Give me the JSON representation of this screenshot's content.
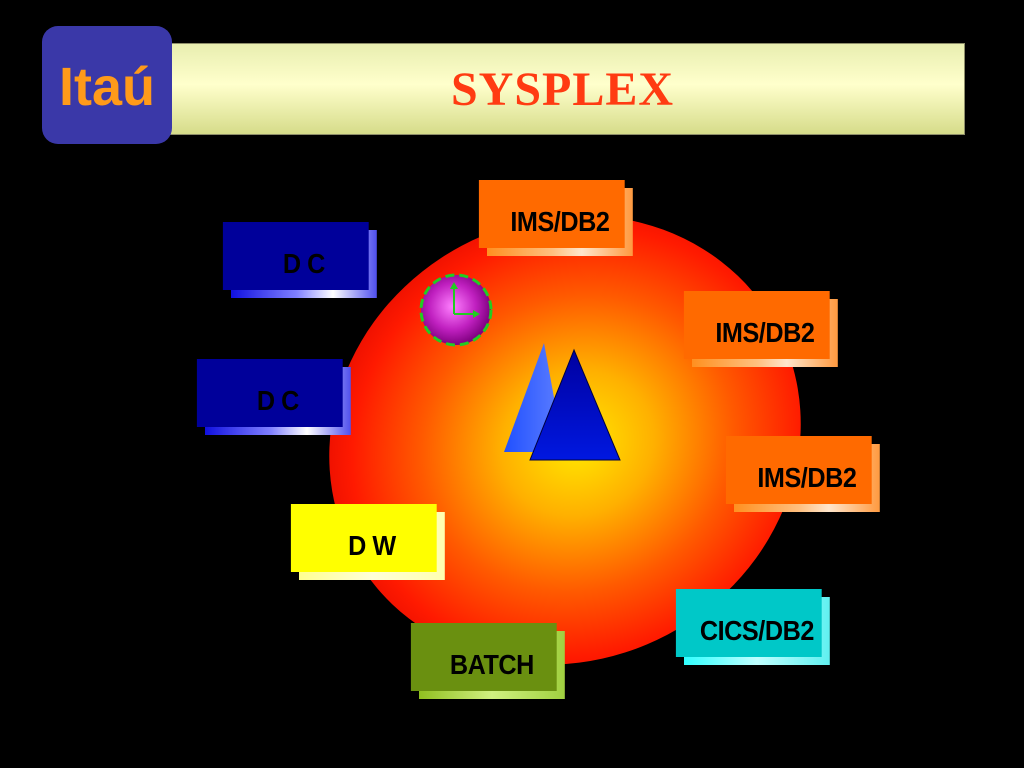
{
  "logo": {
    "text": "Itaú"
  },
  "title": "SYSPLEX",
  "boxes": {
    "dc_1": "D C",
    "dc_2": "D C",
    "dw": "D W",
    "batch": "BATCH",
    "ims_1": "IMS/DB2",
    "ims_2": "IMS/DB2",
    "ims_3": "IMS/DB2",
    "cics": "CICS/DB2"
  },
  "colors": {
    "background": "#000000",
    "logo_bg": "#3a38a8",
    "logo_text": "#ff9a1a",
    "title_text": "#ff3b12",
    "dc": "#1010e0",
    "ims": "#ff9020",
    "dw": "#ffff90",
    "batch": "#90c020",
    "cics": "#30ffff"
  },
  "icons": {
    "clock": "clock-icon",
    "pyramid": "pyramid-icon"
  }
}
